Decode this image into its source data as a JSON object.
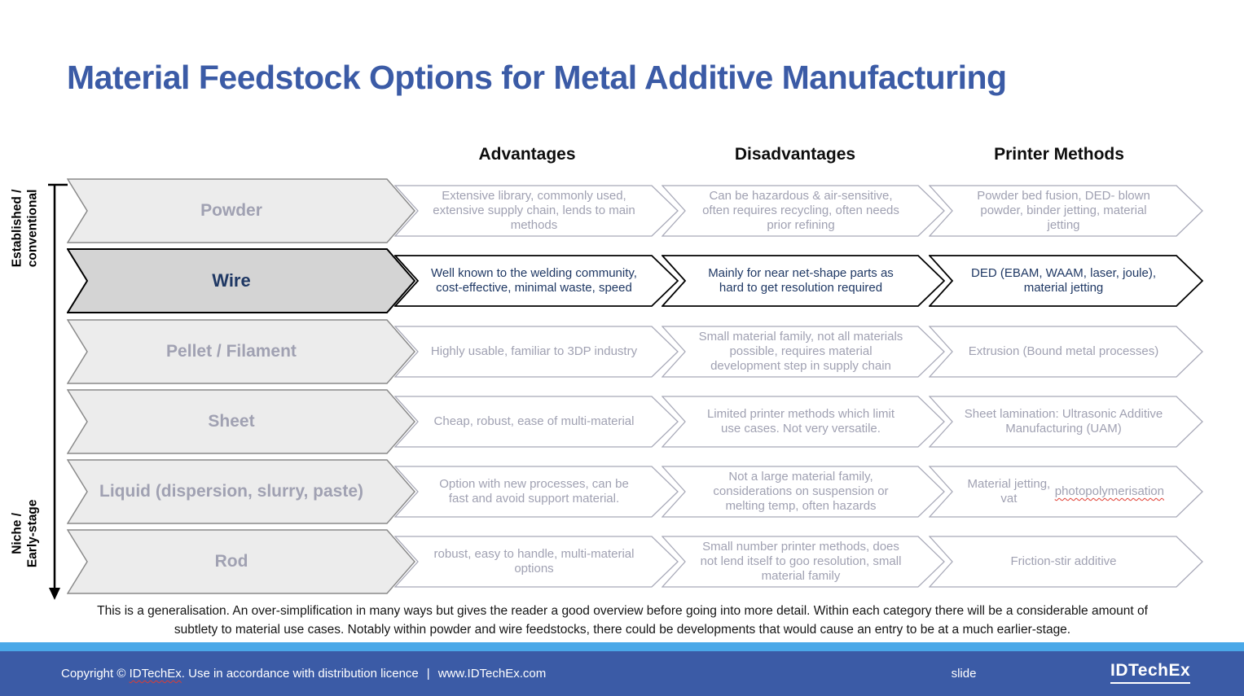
{
  "slide": {
    "title": "Material Feedstock Options for Metal Additive Manufacturing",
    "column_headers": [
      "Advantages",
      "Disadvantages",
      "Printer Methods"
    ],
    "axis": {
      "top_label": "Established /\nconventional",
      "bottom_label": "Niche /\nEarly-stage"
    },
    "rows": [
      {
        "material": "Powder",
        "advantages": "Extensive library, commonly used, extensive supply chain, lends to main methods",
        "disadvantages": "Can be hazardous & air-sensitive, often requires recycling, often needs prior refining",
        "printer_methods": "Powder bed fusion, DED- blown powder, binder jetting, material jetting",
        "highlighted": false
      },
      {
        "material": "Wire",
        "advantages": "Well known to the welding community, cost-effective, minimal waste, speed",
        "disadvantages": "Mainly for near net-shape parts as hard to get resolution required",
        "printer_methods": "DED (EBAM, WAAM, laser, joule), material jetting",
        "highlighted": true
      },
      {
        "material": "Pellet / Filament",
        "advantages": "Highly usable, familiar to 3DP industry",
        "disadvantages": "Small material family, not all materials possible, requires material development step in supply chain",
        "printer_methods": "Extrusion (Bound metal processes)",
        "highlighted": false
      },
      {
        "material": "Sheet",
        "advantages": "Cheap, robust, ease of multi-material",
        "disadvantages": "Limited printer methods which limit use cases. Not very versatile.",
        "printer_methods": "Sheet lamination: Ultrasonic Additive Manufacturing (UAM)",
        "highlighted": false
      },
      {
        "material": "Liquid (dispersion, slurry, paste)",
        "advantages": "Option with new processes, can be fast and avoid support material.",
        "disadvantages": "Not a large material family, considerations on suspension or melting temp, often hazards",
        "printer_methods": "Material jetting, vat photopolymerisation",
        "misspelled": "photopolymerisation",
        "highlighted": false
      },
      {
        "material": "Rod",
        "advantages": "robust, easy to handle, multi-material options",
        "disadvantages": "Small number printer methods, does not lend itself to goo resolution, small material family",
        "printer_methods": "Friction-stir additive",
        "highlighted": false
      }
    ],
    "note": "This is a generalisation. An over-simplification in many ways but gives the reader a good overview before going into more detail. Within each category there will be a considerable amount of subtlety to material use cases. Notably within powder and wire feedstocks, there could be developments that would cause an entry to be at a much earlier-stage.",
    "footer_bar": {
      "copyright_prefix": "Copyright © ",
      "brand": "IDTechEx",
      "copyright_suffix": ". Use in accordance with distribution licence",
      "separator": "|",
      "url": "www.IDTechEx.com",
      "slide_label": "slide",
      "logo_text": "IDTechEx"
    },
    "colors": {
      "title_blue": "#3b5ba6",
      "footer_bar_blue": "#3b5ba6",
      "accent_strip_blue": "#4aa8e8",
      "highlight_navy": "#1f3864",
      "muted_gray_text": "#a0a1b2",
      "arrow_fill_gray": "#ececec",
      "highlight_fill_gray": "#d4d4d4",
      "squiggle_red": "#e03c31"
    }
  }
}
